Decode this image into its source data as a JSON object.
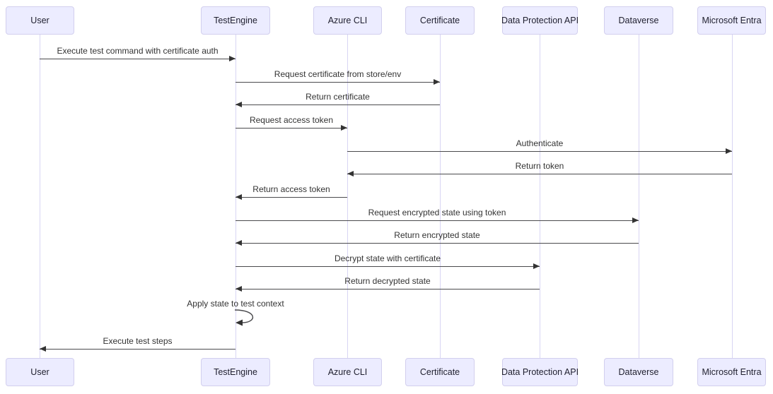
{
  "diagram": {
    "type": "sequence-diagram",
    "actors": [
      {
        "name": "User"
      },
      {
        "name": "TestEngine"
      },
      {
        "name": "Azure CLI"
      },
      {
        "name": "Certificate"
      },
      {
        "name": "Data Protection API"
      },
      {
        "name": "Dataverse"
      },
      {
        "name": "Microsoft Entra"
      }
    ],
    "messages": [
      {
        "from": "User",
        "to": "TestEngine",
        "text": "Execute test command with certificate auth"
      },
      {
        "from": "TestEngine",
        "to": "Certificate",
        "text": "Request certificate from store/env"
      },
      {
        "from": "Certificate",
        "to": "TestEngine",
        "text": "Return certificate"
      },
      {
        "from": "TestEngine",
        "to": "Azure CLI",
        "text": "Request access token"
      },
      {
        "from": "Azure CLI",
        "to": "Microsoft Entra",
        "text": "Authenticate"
      },
      {
        "from": "Microsoft Entra",
        "to": "Azure CLI",
        "text": "Return token"
      },
      {
        "from": "Azure CLI",
        "to": "TestEngine",
        "text": "Return access token"
      },
      {
        "from": "TestEngine",
        "to": "Dataverse",
        "text": "Request encrypted state using token"
      },
      {
        "from": "Dataverse",
        "to": "TestEngine",
        "text": "Return encrypted state"
      },
      {
        "from": "TestEngine",
        "to": "Data Protection API",
        "text": "Decrypt state with certificate"
      },
      {
        "from": "Data Protection API",
        "to": "TestEngine",
        "text": "Return decrypted state"
      },
      {
        "from": "TestEngine",
        "to": "TestEngine",
        "text": "Apply state to test context",
        "self": true
      },
      {
        "from": "TestEngine",
        "to": "User",
        "text": "Execute test steps"
      }
    ],
    "colors": {
      "actor_fill": "#ECECFF",
      "actor_border": "#d2cfee",
      "lifeline": "#d8d5f3",
      "arrow": "#4a4a4d",
      "text": "#333333"
    }
  }
}
